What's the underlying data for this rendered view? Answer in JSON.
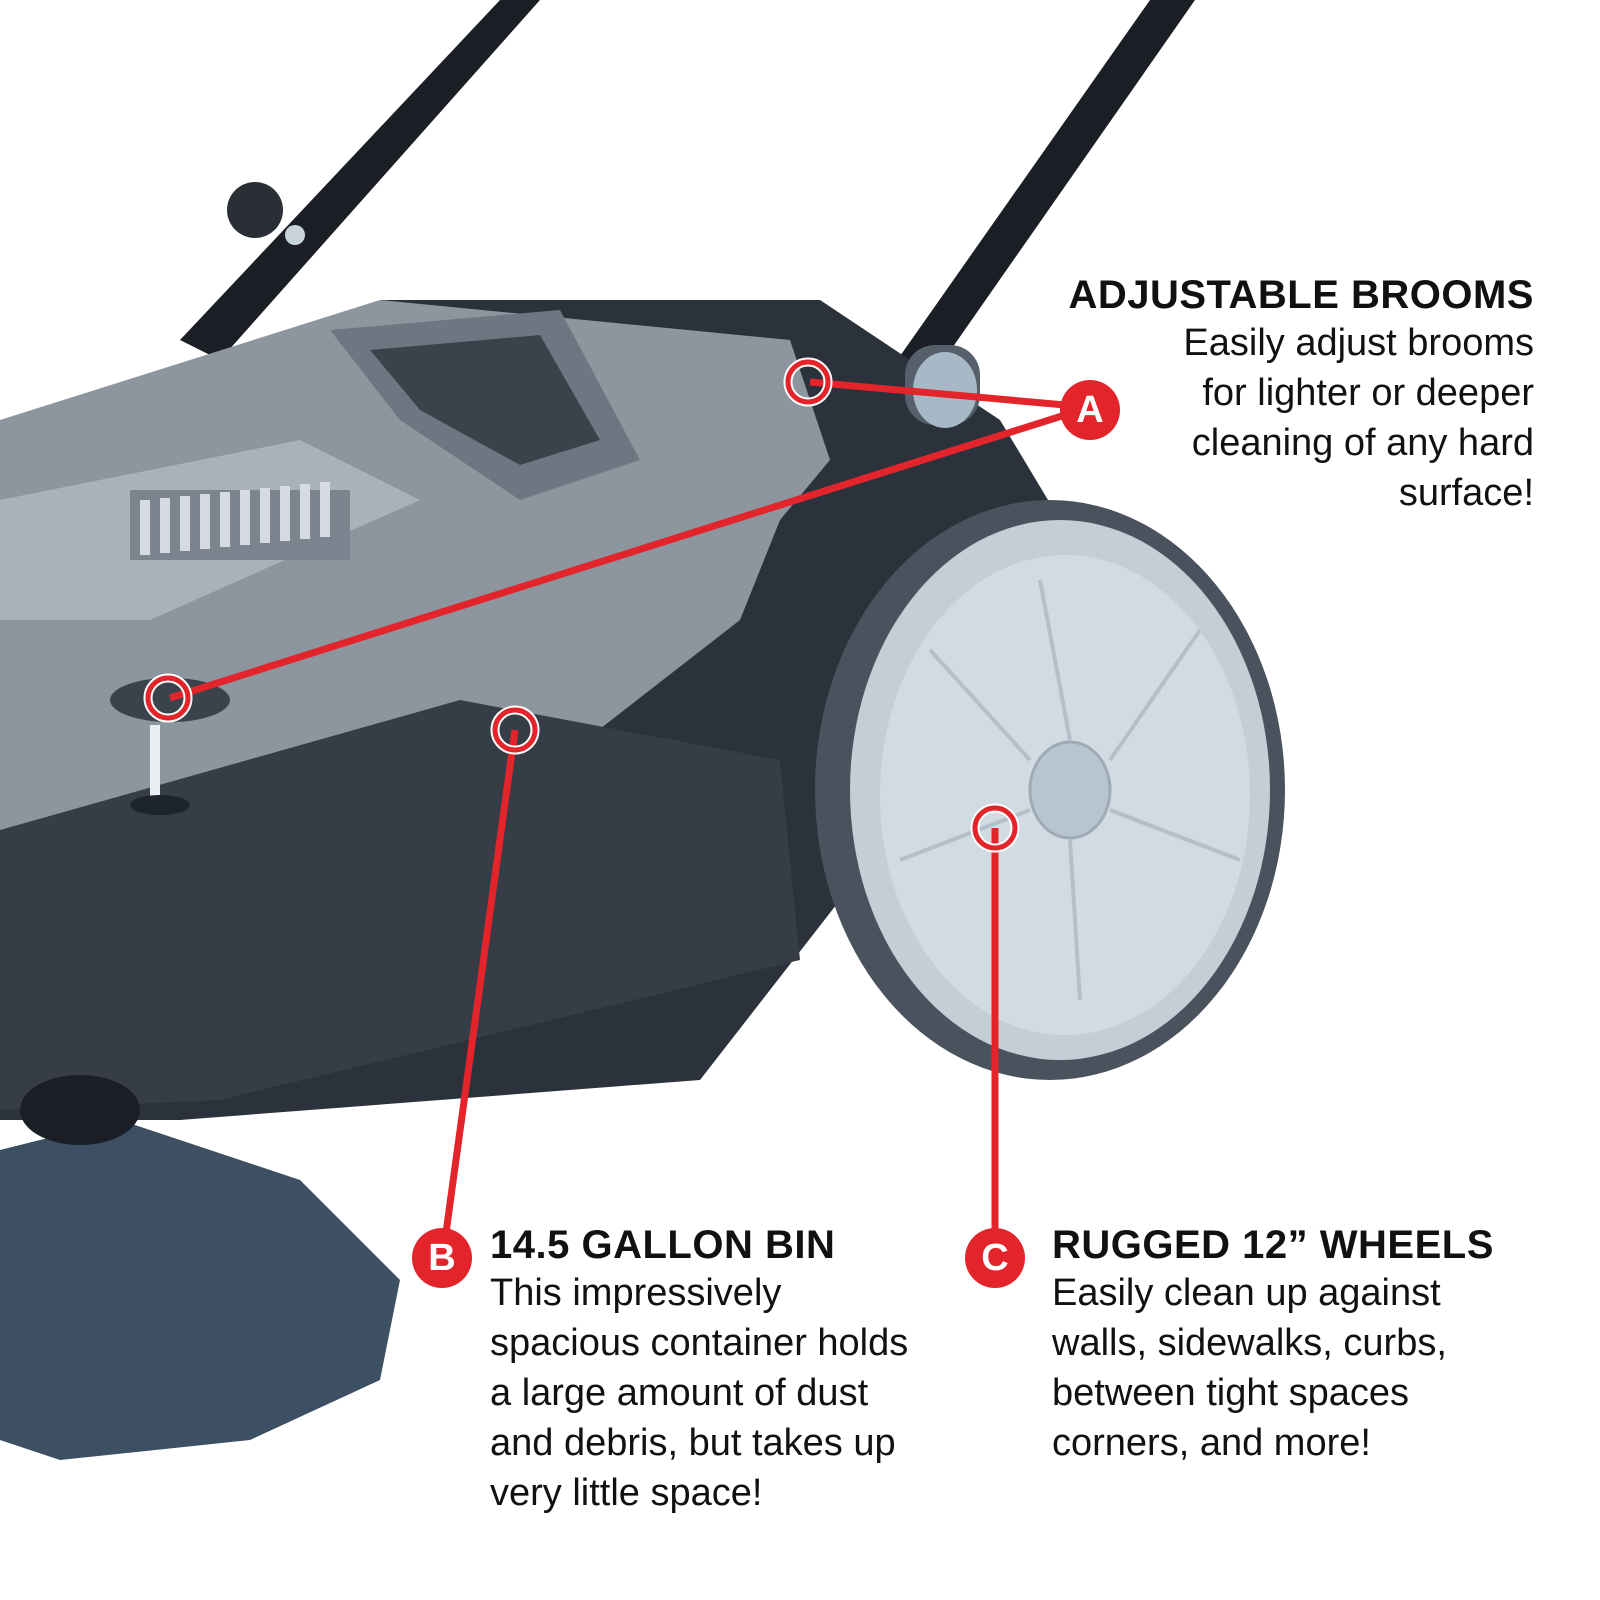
{
  "colors": {
    "accent_red": "#e3242b",
    "text": "#111111",
    "background": "#ffffff",
    "body_gray": "#8d959e",
    "body_dark": "#2b323b",
    "wheel": "#b8c4cf"
  },
  "callouts": [
    {
      "badge": "A",
      "title": "ADJUSTABLE BROOMS",
      "body_lines": [
        "Easily adjust brooms",
        "for lighter or deeper",
        "cleaning of any hard",
        "surface!"
      ]
    },
    {
      "badge": "B",
      "title": "14.5 GALLON BIN",
      "body_lines": [
        "This impressively",
        "spacious container holds",
        "a large amount of dust",
        "and debris, but takes up",
        "very little space!"
      ]
    },
    {
      "badge": "C",
      "title": "RUGGED 12” WHEELS",
      "body_lines": [
        "Easily clean up against",
        "walls, sidewalks, curbs,",
        "between tight spaces",
        "corners, and more!"
      ]
    }
  ],
  "image": {
    "subject": "push-sweeper-product-photo",
    "icons": [
      "broom-height-knob-icon",
      "bin-icon",
      "wheel-icon"
    ]
  }
}
